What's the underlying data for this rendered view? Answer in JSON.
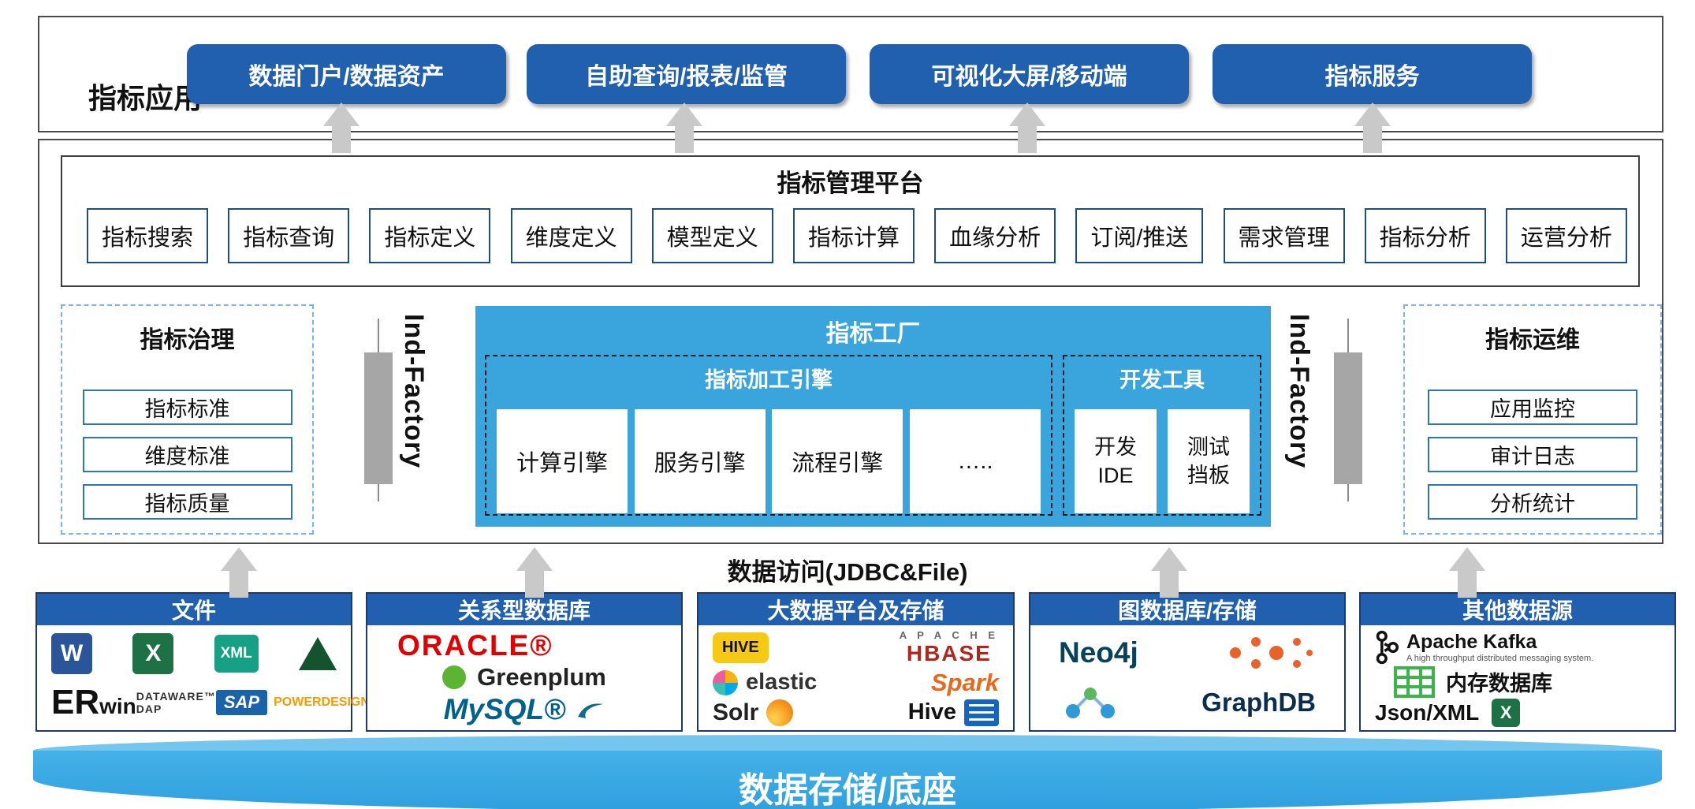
{
  "app_layer": {
    "title": "指标应用",
    "buttons": [
      "数据门户/数据资产",
      "自助查询/报表/监管",
      "可视化大屏/移动端",
      "指标服务"
    ]
  },
  "management": {
    "title": "指标管理平台",
    "modules": [
      "指标搜索",
      "指标查询",
      "指标定义",
      "维度定义",
      "模型定义",
      "指标计算",
      "血缘分析",
      "订阅/推送",
      "需求管理",
      "指标分析",
      "运营分析"
    ]
  },
  "governance": {
    "title": "指标治理",
    "items": [
      "指标标准",
      "维度标准",
      "指标质量"
    ]
  },
  "factory": {
    "title": "指标工厂",
    "left_label": "Ind-Factory",
    "right_label": "Ind-Factory",
    "engines": {
      "title": "指标加工引擎",
      "items": [
        "计算引擎",
        "服务引擎",
        "流程引擎",
        "….."
      ]
    },
    "devtools": {
      "title": "开发工具",
      "items": [
        "开发\nIDE",
        "测试\n挡板"
      ]
    }
  },
  "operations": {
    "title": "指标运维",
    "items": [
      "应用监控",
      "审计日志",
      "分析统计"
    ]
  },
  "data_access_label": "数据访问(JDBC&File)",
  "datasources": [
    {
      "title": "文件",
      "logos": {
        "word": "W",
        "excel": "X",
        "xml": "XML",
        "erwin_er": "ER",
        "erwin_win": "win",
        "dataware": "DATAWARE™ DAP",
        "sap": "SAP",
        "powerdesigner": "POWERDESIGNER"
      }
    },
    {
      "title": "关系型数据库",
      "logos": {
        "oracle": "ORACLE®",
        "greenplum": "Greenplum",
        "mysql": "MySQL®"
      }
    },
    {
      "title": "大数据平台及存储",
      "logos": {
        "hive1": "HIVE",
        "apache": "A P A C H E",
        "hbase": "HBASE",
        "elastic": "elastic",
        "spark": "Spark",
        "solr": "Solr",
        "hive2": "Hive"
      }
    },
    {
      "title": "图数据库/存储",
      "logos": {
        "neo4j": "Neo4j",
        "graphdb": "GraphDB"
      }
    },
    {
      "title": "其他数据源",
      "logos": {
        "kafka": "Apache Kafka",
        "kafka_tagline": "A high throughput distributed messaging system.",
        "memdb": "内存数据库",
        "jsonxml": "Json/XML",
        "excel": "X"
      }
    }
  ],
  "storage": {
    "label": "数据存储/底座"
  },
  "colors": {
    "primary_blue": "#2160ae",
    "factory_blue": "#3aa5dc",
    "arrow_gray": "#c9c9c9"
  }
}
